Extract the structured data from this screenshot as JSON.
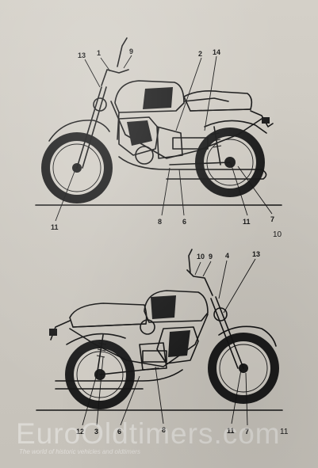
{
  "figures": [
    {
      "id": "fig-top",
      "labels": [
        "13",
        "1",
        "9",
        "2",
        "14",
        "8",
        "6",
        "11",
        "7",
        "11"
      ],
      "page_number": "10"
    },
    {
      "id": "fig-bottom",
      "labels": [
        "10",
        "9",
        "4",
        "13",
        "12",
        "3",
        "6",
        "8",
        "11",
        "7"
      ],
      "page_number": "11"
    }
  ],
  "watermark": {
    "main": "EuroOldtimers.com",
    "tagline": "The world of historic vehicles and oldtimers"
  }
}
